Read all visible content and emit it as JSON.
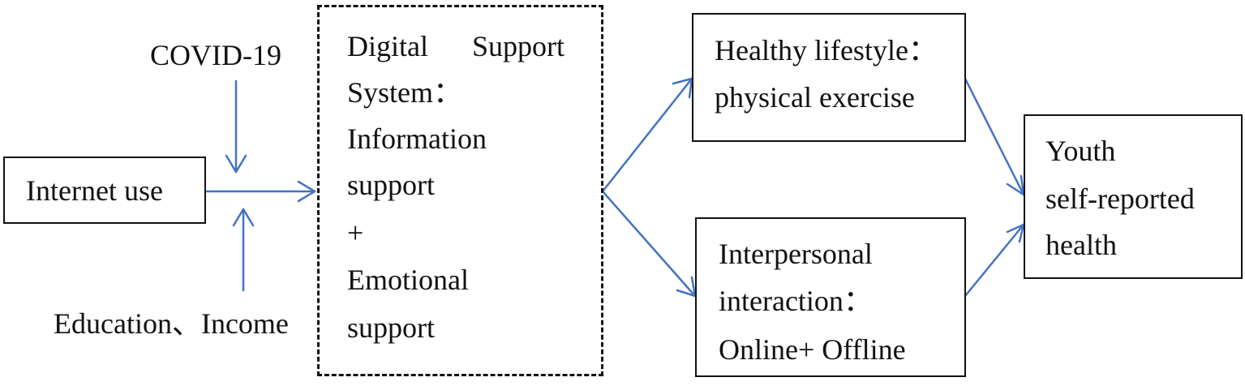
{
  "inputs": {
    "covid": "COVID-19",
    "internet_use": "Internet use",
    "moderators": "Education、Income"
  },
  "digital_support": {
    "lines": [
      "Digital      Support",
      "System：",
      "Information",
      "support",
      "+",
      "Emotional",
      "support"
    ]
  },
  "healthy_lifestyle": {
    "lines": [
      "Healthy lifestyle：",
      "physical exercise"
    ]
  },
  "interpersonal": {
    "lines": [
      "Interpersonal",
      "interaction：",
      "Online+ Offline"
    ]
  },
  "outcome": {
    "lines": [
      "Youth",
      "self-reported",
      "health"
    ]
  },
  "colors": {
    "arrow": "#4472C4",
    "border": "#111111",
    "text": "#111111"
  }
}
